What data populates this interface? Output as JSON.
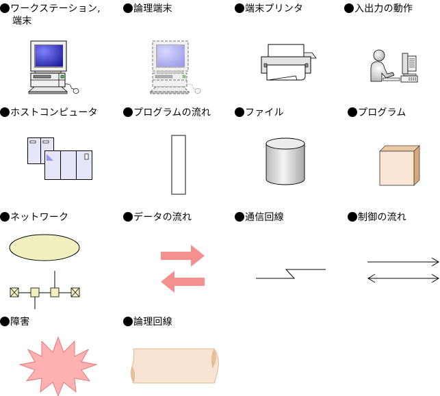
{
  "legend": {
    "items": [
      {
        "id": "workstation",
        "label": "ワークステーション,",
        "label_line2": "端末",
        "icon": "workstation-icon"
      },
      {
        "id": "logical-terminal",
        "label": "論理端末",
        "icon": "logical-terminal-icon"
      },
      {
        "id": "terminal-printer",
        "label": "端末プリンタ",
        "icon": "printer-icon"
      },
      {
        "id": "io-operation",
        "label": "入出力の動作",
        "icon": "person-at-computer-icon"
      },
      {
        "id": "host-computer",
        "label": "ホストコンピュータ",
        "icon": "host-computer-icon"
      },
      {
        "id": "program-flow",
        "label": "プログラムの流れ",
        "icon": "program-flow-bar-icon"
      },
      {
        "id": "file",
        "label": "ファイル",
        "icon": "cylinder-file-icon"
      },
      {
        "id": "program",
        "label": "プログラム",
        "icon": "box-program-icon"
      },
      {
        "id": "network",
        "label": "ネットワーク",
        "icon": "network-icon"
      },
      {
        "id": "data-flow",
        "label": "データの流れ",
        "icon": "data-flow-arrows-icon"
      },
      {
        "id": "comm-line",
        "label": "通信回線",
        "icon": "comm-line-icon"
      },
      {
        "id": "control-flow",
        "label": "制御の流れ",
        "icon": "control-flow-arrows-icon"
      },
      {
        "id": "failure",
        "label": "障害",
        "icon": "failure-burst-icon"
      },
      {
        "id": "logical-line",
        "label": "論理回線",
        "icon": "logical-line-pipe-icon"
      }
    ]
  },
  "colors": {
    "screen_blue": "#2a2ad0",
    "screen_light": "#b8b8f4",
    "host_fill": "#e6e6fa",
    "host_accent": "#9999ee",
    "cylinder": "#d0d0d0",
    "box_front": "#f9e6d4",
    "box_side": "#d9a87a",
    "network_fill": "#f3f0c0",
    "arrow_pink": "#f59090",
    "burst_fill": "#ffb0b0",
    "burst_stroke": "#e07070",
    "pipe_fill": "#f7e4d2",
    "pipe_edge": "#e0b890"
  }
}
